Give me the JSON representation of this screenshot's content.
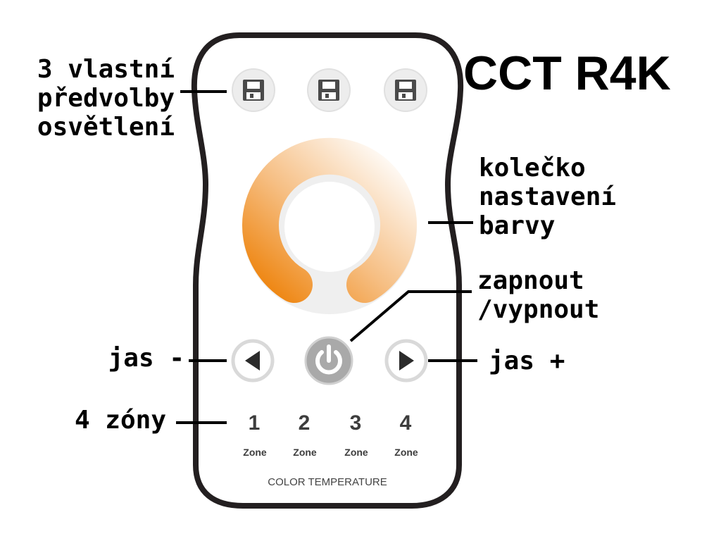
{
  "title": "CCT R4K",
  "labels": {
    "presets": [
      "3 vlastní",
      "předvolby",
      "osvětlení"
    ],
    "wheel": [
      "kolečko",
      "nastavení",
      "barvy"
    ],
    "power": [
      "zapnout",
      "/vypnout"
    ],
    "brightness_down": "jas -",
    "brightness_up": "jas +",
    "zones": "4 zóny"
  },
  "remote": {
    "preset_buttons": [
      "save-icon",
      "save-icon",
      "save-icon"
    ],
    "zones": [
      {
        "number": "1",
        "label": "Zone"
      },
      {
        "number": "2",
        "label": "Zone"
      },
      {
        "number": "3",
        "label": "Zone"
      },
      {
        "number": "4",
        "label": "Zone"
      }
    ],
    "footer": "COLOR TEMPERATURE"
  },
  "colors": {
    "warm": "#ef8a12",
    "cool": "#fdf6ee",
    "button_ring": "#e2e2e2",
    "power_button": "#a9a9a9",
    "outline": "#231f20"
  }
}
